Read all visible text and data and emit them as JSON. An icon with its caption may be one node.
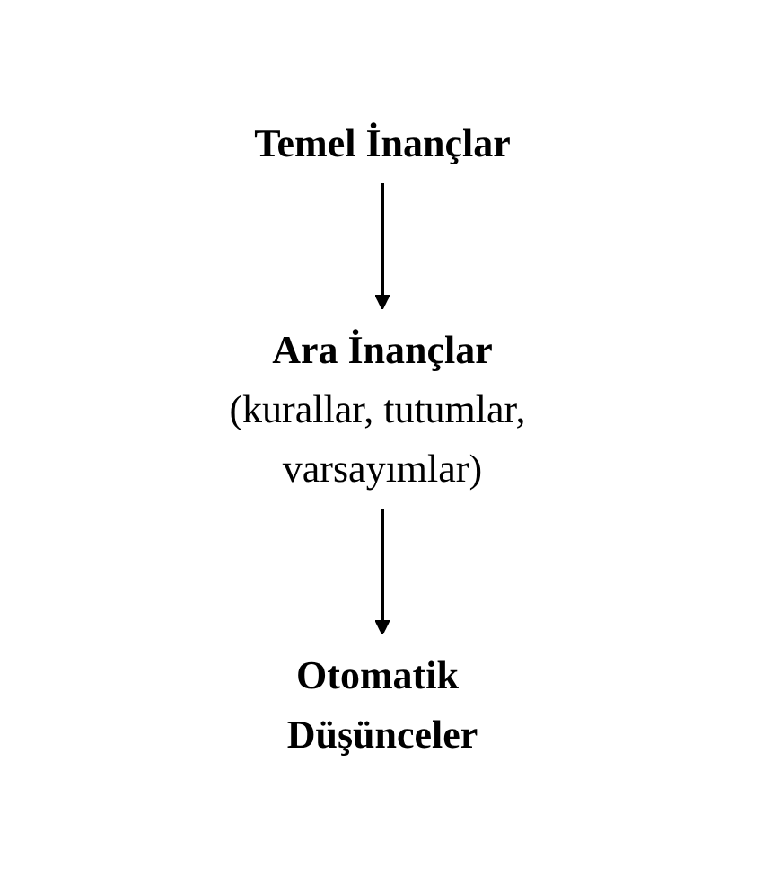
{
  "diagram": {
    "nodes": [
      {
        "text": [
          "Temel İnançlar"
        ]
      },
      {
        "text": [
          "Ara İnançlar",
          "(kurallar, tutumlar, varsayımlar)"
        ]
      },
      {
        "text": [
          "Otomatik Düşünceler"
        ]
      }
    ],
    "edges": [
      {
        "from": 0,
        "to": 1,
        "arrow": "to"
      },
      {
        "from": 1,
        "to": 2,
        "arrow": "to"
      }
    ]
  }
}
